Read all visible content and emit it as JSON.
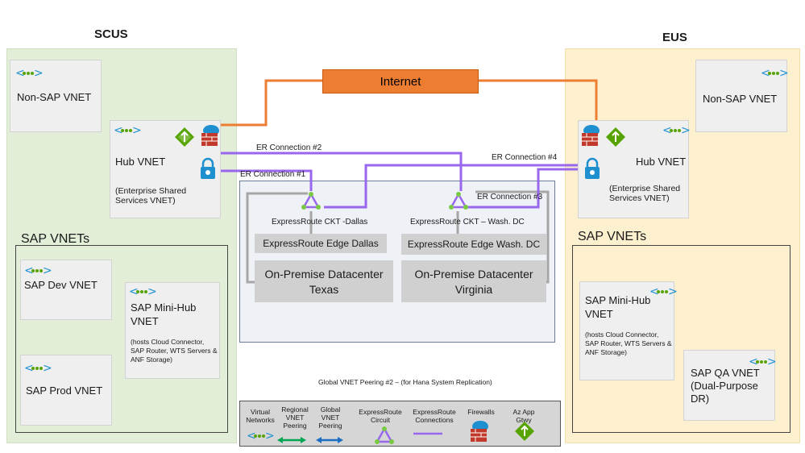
{
  "regions": {
    "scus": {
      "title": "SCUS"
    },
    "eus": {
      "title": "EUS"
    }
  },
  "internet": {
    "label": "Internet"
  },
  "scus": {
    "non_sap_vnet": "Non-SAP VNET",
    "hub_vnet": "Hub VNET",
    "hub_desc": "(Enterprise Shared Services VNET)",
    "sap_vnets_title": "SAP VNETs",
    "sap_dev_vnet": "SAP Dev VNET",
    "sap_prod_vnet": "SAP Prod VNET",
    "mini_hub_title": "SAP Mini-Hub VNET",
    "mini_hub_desc": "(hosts Cloud Connector, SAP Router, WTS Servers & ANF Storage)"
  },
  "eus": {
    "non_sap_vnet": "Non-SAP VNET",
    "hub_vnet": "Hub VNET",
    "hub_desc": "(Enterprise Shared Services VNET)",
    "sap_vnets_title": "SAP VNETs",
    "mini_hub_title": "SAP Mini-Hub VNET",
    "mini_hub_desc": "(hosts Cloud Connector, SAP Router, WTS Servers & ANF Storage)",
    "sap_qa_vnet": "SAP QA VNET (Dual-Purpose DR)"
  },
  "connections": {
    "er1": "ER Connection #1",
    "er2": "ER Connection #2",
    "er3": "ER Connection #3",
    "er4": "ER Connection #4"
  },
  "onprem": {
    "ckt_dallas": "ExpressRoute CKT -Dallas",
    "ckt_wash": "ExpressRoute CKT – Wash. DC",
    "edge_dallas": "ExpressRoute Edge Dallas",
    "edge_wash": "ExpressRoute Edge Wash. DC",
    "dc_texas_line1": "On-Premise Datacenter",
    "dc_texas_line2": "Texas",
    "dc_virginia_line1": "On-Premise Datacenter",
    "dc_virginia_line2": "Virginia"
  },
  "global_peering": "Global VNET Peering #2 – (for Hana System Replication)",
  "legend": {
    "virtual_networks": "Virtual Networks",
    "regional_peering": "Regional VNET Peering",
    "global_peering": "Global VNET Peering",
    "er_circuit": "ExpressRoute Circuit",
    "er_connections": "ExpressRoute Connections",
    "firewalls": "Firewalls",
    "app_gateway": "Az App Gtwy"
  },
  "colors": {
    "scus_bg": "#e2eed8",
    "eus_bg": "#fdf0cf",
    "internet": "#ed7d31",
    "er_connection": "#9966ee",
    "gray_link": "#a6a6a6",
    "vnet_icon": "#1e90d0",
    "firewall": "#c0392b",
    "app_gateway": "#57a300"
  },
  "icons": [
    "vnet-icon",
    "firewall-icon",
    "app-gateway-icon",
    "vpn-lock-icon",
    "expressroute-circuit-icon",
    "regional-peering-arrow-icon",
    "global-peering-arrow-icon"
  ]
}
